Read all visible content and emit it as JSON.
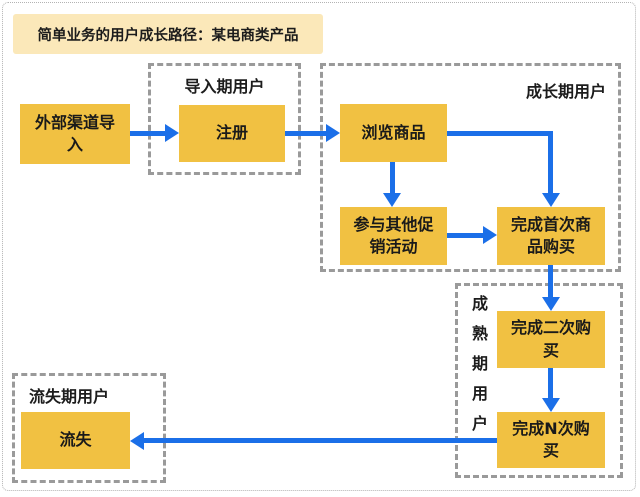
{
  "title": "简单业务的用户成长路径：某电商类产品",
  "groups": {
    "intro": {
      "label": "导入期用户"
    },
    "growth": {
      "label": "成长期用户"
    },
    "mature": {
      "label": "成熟期用户"
    },
    "churn": {
      "label": "流失期用户"
    }
  },
  "nodes": {
    "external": {
      "label": "外部渠道导入"
    },
    "register": {
      "label": "注册"
    },
    "browse": {
      "label": "浏览商品"
    },
    "promo": {
      "label": "参与其他促销活动"
    },
    "first_purchase": {
      "label": "完成首次商品购买"
    },
    "second_purchase": {
      "label": "完成二次购买"
    },
    "nth_purchase": {
      "label": "完成N次购买"
    },
    "churn": {
      "label": "流失"
    }
  },
  "edges": [
    {
      "from": "外部渠道导入",
      "to": "注册"
    },
    {
      "from": "注册",
      "to": "浏览商品"
    },
    {
      "from": "浏览商品",
      "to": "参与其他促销活动"
    },
    {
      "from": "浏览商品",
      "to": "完成首次商品购买"
    },
    {
      "from": "参与其他促销活动",
      "to": "完成首次商品购买"
    },
    {
      "from": "完成首次商品购买",
      "to": "完成二次购买"
    },
    {
      "from": "完成二次购买",
      "to": "完成N次购买"
    },
    {
      "from": "完成N次购买",
      "to": "流失"
    }
  ],
  "colors": {
    "node_fill": "#F1C142",
    "title_fill": "#FBE8B9",
    "arrow": "#1B6FE8",
    "group_border": "#9A9A9A",
    "text": "#1A1A1A"
  }
}
